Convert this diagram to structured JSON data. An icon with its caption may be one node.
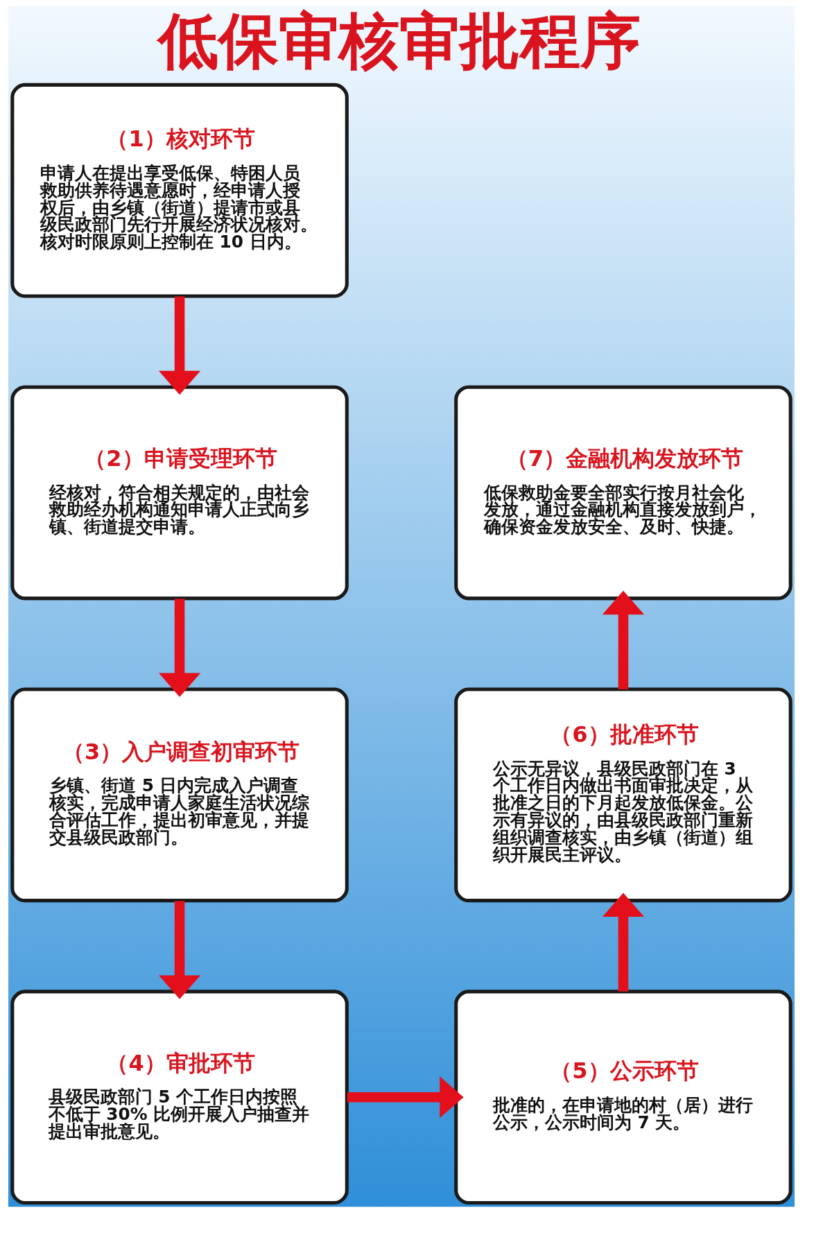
{
  "diagram": {
    "title": "低保审核审批程序",
    "nodes": [
      {
        "text": [
          "（1）核对环节",
          "申请人在提出享受低保、特困人员救助供养待遇意愿时，经申请人授权后，由乡镇（街道）提请市或县级民政部门先行开展经济状况核对。核对时限原则上控制在 10 日内。"
        ]
      },
      {
        "text": [
          "（2）申请受理环节",
          "经核对，符合相关规定的，由社会救助经办机构通知申请人正式向乡镇、街道提交申请。"
        ]
      },
      {
        "text": [
          "（3）入户调查初审环节",
          "乡镇、街道 5 日内完成入户调查核实，完成申请人家庭生活状况综合评估工作，提出初审意见，并提交县级民政部门。"
        ]
      },
      {
        "text": [
          "（4）审批环节",
          "县级民政部门 5 个工作日内按照不低于 30% 比例开展入户抽查并提出审批意见。"
        ]
      },
      {
        "text": [
          "（5）公示环节",
          "批准的，在申请地的村（居）进行公示，公示时间为 7 天。"
        ]
      },
      {
        "text": [
          "（6）批准环节",
          "公示无异议，县级民政部门在 3 个工作日内做出书面审批决定，从批准之日的下月起发放低保金。公示有异议的，由县级民政部门重新组织调查核实，由乡镇（街道）组织开展民主评议。"
        ]
      },
      {
        "text": [
          "（7）金融机构发放环节",
          "低保救助金要全部实行按月社会化发放，通过金融机构直接发放到户，确保资金发放安全、及时、快捷。"
        ]
      }
    ],
    "edges": [
      {
        "from": 0,
        "to": 1,
        "arrow": "to"
      },
      {
        "from": 1,
        "to": 2,
        "arrow": "to"
      },
      {
        "from": 2,
        "to": 3,
        "arrow": "to"
      },
      {
        "from": 3,
        "to": 4,
        "arrow": "to"
      },
      {
        "from": 4,
        "to": 5,
        "arrow": "to"
      },
      {
        "from": 5,
        "to": 6,
        "arrow": "to"
      }
    ]
  }
}
